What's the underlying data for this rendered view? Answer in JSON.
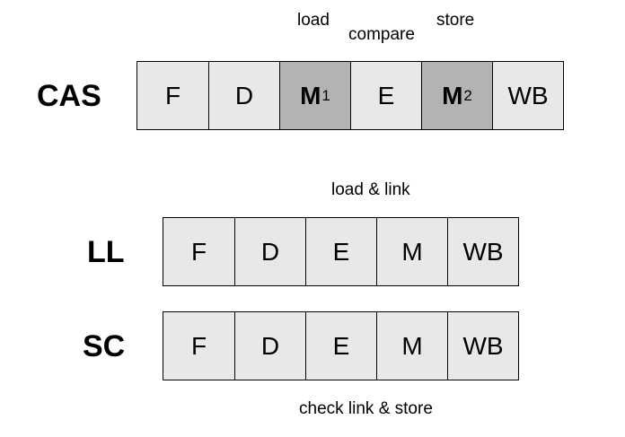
{
  "rows": {
    "cas": {
      "label": "CAS",
      "stages": [
        {
          "main": "F",
          "sub": "",
          "mem": false
        },
        {
          "main": "D",
          "sub": "",
          "mem": false
        },
        {
          "main": "M",
          "sub": "1",
          "mem": true
        },
        {
          "main": "E",
          "sub": "",
          "mem": false
        },
        {
          "main": "M",
          "sub": "2",
          "mem": true
        },
        {
          "main": "WB",
          "sub": "",
          "mem": false
        }
      ]
    },
    "ll": {
      "label": "LL",
      "stages": [
        {
          "main": "F",
          "sub": "",
          "mem": false
        },
        {
          "main": "D",
          "sub": "",
          "mem": false
        },
        {
          "main": "E",
          "sub": "",
          "mem": false
        },
        {
          "main": "M",
          "sub": "",
          "mem": false
        },
        {
          "main": "WB",
          "sub": "",
          "mem": false
        }
      ]
    },
    "sc": {
      "label": "SC",
      "stages": [
        {
          "main": "F",
          "sub": "",
          "mem": false
        },
        {
          "main": "D",
          "sub": "",
          "mem": false
        },
        {
          "main": "E",
          "sub": "",
          "mem": false
        },
        {
          "main": "M",
          "sub": "",
          "mem": false
        },
        {
          "main": "WB",
          "sub": "",
          "mem": false
        }
      ]
    }
  },
  "annotations": {
    "load": "load",
    "compare": "compare",
    "store": "store",
    "load_link": "load & link",
    "check_store": "check link & store"
  },
  "colors": {
    "stage_fill": "#e8e8e8",
    "memory_stage_fill": "#b3b3b3",
    "border": "#000000"
  }
}
